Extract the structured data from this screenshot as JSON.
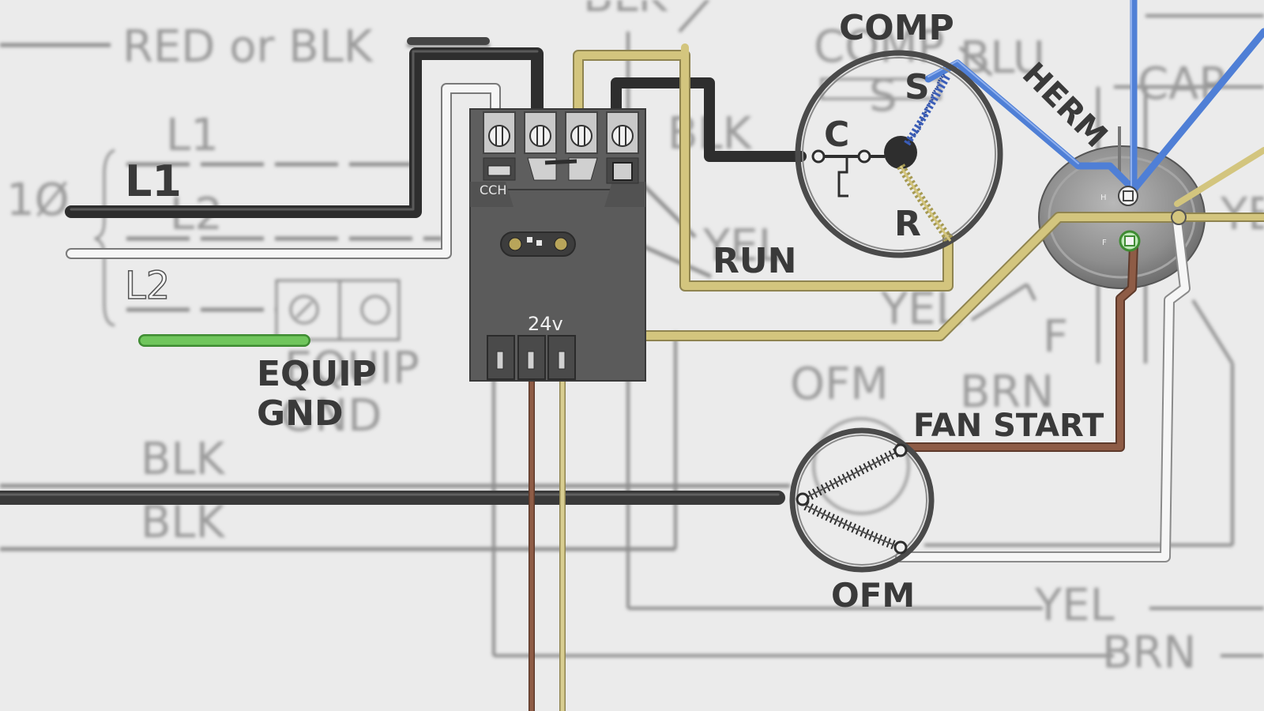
{
  "background_labels": {
    "red_or_blk": "RED or BLK",
    "blk_top": "BLK",
    "l1": "L1",
    "l2": "L2",
    "phase": "1Ø",
    "equip": "EQUIP",
    "gnd": "GND",
    "blk_1": "BLK",
    "blk_2": "BLK",
    "comp": "COMP",
    "s": "S",
    "blk_mid": "BLK",
    "yel_1": "YEL",
    "yel_2": "YEL",
    "blu": "BLU",
    "cap": "CAP",
    "f": "F",
    "ofm": "OFM",
    "brn": "BRN",
    "yel_bottom": "YEL",
    "brn_bottom": "BRN",
    "ye": "YE"
  },
  "labels": {
    "l1": "L1",
    "l2": "L2",
    "equip": "EQUIP",
    "gnd": "GND",
    "cch": "CCH",
    "v24": "24v",
    "comp": "COMP",
    "c": "C",
    "s": "S",
    "r": "R",
    "run": "RUN",
    "herm": "HERM",
    "fan_start": "FAN START",
    "ofm": "OFM",
    "cap_h": "H",
    "cap_f": "F"
  },
  "colors": {
    "background": "#ebebeb",
    "black_wire": "#3e3e3e",
    "white_wire": "#f4f4f4",
    "yellow_wire": "#cfc07a",
    "blue_wire": "#4f7fd6",
    "brown_wire": "#8a5a45",
    "green_wire": "#6cc05a",
    "contactor": "#5b5b5b"
  }
}
